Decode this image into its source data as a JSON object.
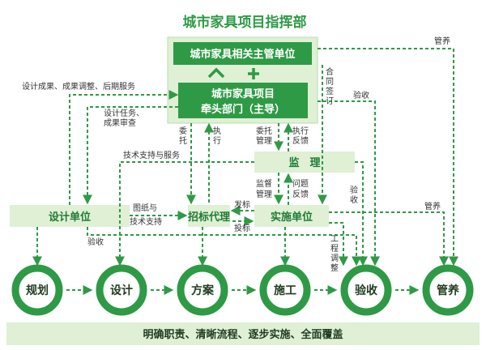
{
  "title": "城市家具项目指挥部",
  "nodes": {
    "authority": "城市家具相关主管单位",
    "lead_line1": "城市家具项目",
    "lead_line2": "牵头部门（主导）",
    "supervision": "监　理",
    "design_unit": "设计单位",
    "bidding_agent": "招标代理",
    "construction_unit": "实施单位"
  },
  "stages": [
    "规划",
    "设计",
    "方案",
    "施工",
    "验收",
    "管养"
  ],
  "footer": "明确职责、清晰流程、逐步实施、全面覆盖",
  "labels": {
    "maintain_top": "管养",
    "maintain_mid": "管养",
    "contract_sign": [
      "合",
      "同",
      "签",
      "订"
    ],
    "acceptance_top": "验收",
    "acceptance_mid": [
      "验",
      "收"
    ],
    "acceptance_design": "验收",
    "design_results": "设计成果、成果调整、后期服务",
    "design_task": "设计任务、",
    "design_review": "成果审查",
    "entrust_left": [
      "委",
      "托"
    ],
    "execute_left": [
      "执",
      "行"
    ],
    "entrust_mgmt": [
      "委托",
      "管理"
    ],
    "execute_feedback": [
      "执行",
      "反馈"
    ],
    "tech_support": "技术支持与服务",
    "supervise_mgmt": [
      "监督",
      "管理"
    ],
    "problem_feedback": [
      "问题",
      "反馈"
    ],
    "drawings": [
      "图纸与",
      "技术支持"
    ],
    "issue_bid": "发标",
    "bid": "投标",
    "engineering_adjust": [
      "工",
      "程",
      "调",
      "整"
    ]
  },
  "colors": {
    "green": "#2e9a45",
    "light_green": "#dff0d5",
    "dark_green": "#1f7a35",
    "arrow": "#2f9a45",
    "arrow_light": "#66b86e"
  }
}
